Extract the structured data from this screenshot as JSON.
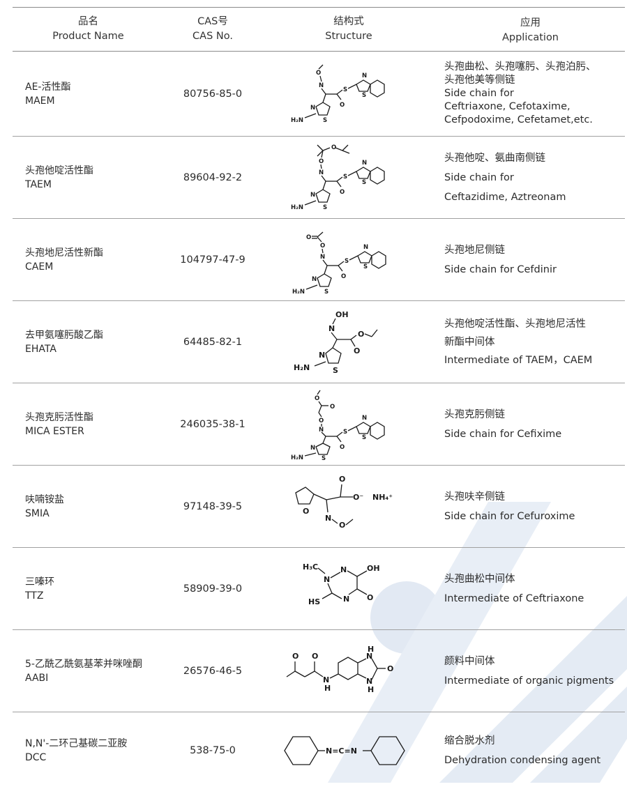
{
  "header": {
    "name_cn": "品名",
    "name_en": "Product Name",
    "cas_cn": "CAS号",
    "cas_en": "CAS No.",
    "struct_cn": "结构式",
    "struct_en": "Structure",
    "app_cn": "应用",
    "app_en": "Application"
  },
  "rows": [
    {
      "name_cn": "AE-活性酯",
      "name_en": "MAEM",
      "cas": "80756-85-0",
      "app": [
        "头孢曲松、头孢噻肟、头孢泊肟、",
        "头孢他美等侧链",
        "Side chain for",
        "Ceftriaxone, Cefotaxime,",
        "Cefpodoxime, Cefetamet,etc."
      ]
    },
    {
      "name_cn": "头孢他啶活性酯",
      "name_en": "TAEM",
      "cas": "89604-92-2",
      "app": [
        "头孢他啶、氨曲南侧链",
        "Side chain for",
        "Ceftazidime, Aztreonam"
      ]
    },
    {
      "name_cn": "头孢地尼活性新酯",
      "name_en": "CAEM",
      "cas": "104797-47-9",
      "app": [
        "头孢地尼侧链",
        "Side chain for Cefdinir"
      ]
    },
    {
      "name_cn": "去甲氨噻肟酸乙酯",
      "name_en": "EHATA",
      "cas": "64485-82-1",
      "app": [
        "头孢他啶活性酯、头孢地尼活性",
        "新酯中间体",
        "Intermediate of TAEM，CAEM"
      ]
    },
    {
      "name_cn": "头孢克肟活性酯",
      "name_en": "MICA ESTER",
      "cas": "246035-38-1",
      "app": [
        "头孢克肟侧链",
        "Side chain for Cefixime"
      ]
    },
    {
      "name_cn": "呋喃铵盐",
      "name_en": "SMIA",
      "cas": "97148-39-5",
      "app": [
        "头孢呋辛侧链",
        "Side chain for Cefuroxime"
      ]
    },
    {
      "name_cn": "三嗪环",
      "name_en": "TTZ",
      "cas": "58909-39-0",
      "app": [
        "头孢曲松中间体",
        "Intermediate of Ceftriaxone"
      ]
    },
    {
      "name_cn": "5-乙酰乙酰氨基苯并咪唑酮",
      "name_en": "AABI",
      "cas": "26576-46-5",
      "app": [
        "颜料中间体",
        "Intermediate of organic pigments"
      ]
    },
    {
      "name_cn": "N,N'-二环己基碳二亚胺",
      "name_en": "DCC",
      "cas": "538-75-0",
      "app": [
        "缩合脱水剂",
        "Dehydration condensing agent"
      ]
    }
  ],
  "atoms": {
    "n": "N",
    "s": "S",
    "o": "O",
    "h2n": "H₂N",
    "oh": "OH",
    "nh4": "NH₄⁺",
    "h3c": "H₃C",
    "hs": "HS",
    "h": "H",
    "o_minus": "O⁻",
    "ncn": "N=C=N"
  },
  "colors": {
    "rule": "#8a8a8a",
    "watermark": "#dfe6f1"
  }
}
